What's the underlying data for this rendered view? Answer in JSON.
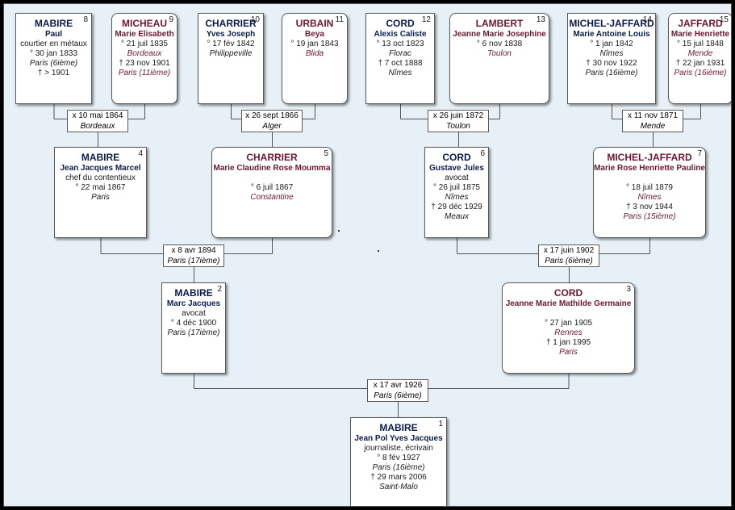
{
  "persons": [
    {
      "num": "8",
      "sex": "m",
      "surname": "MABIRE",
      "given": "Paul",
      "lines": [
        {
          "t": "courtier en métaux"
        },
        {
          "t": "° 30 jan 1833"
        },
        {
          "t": "Paris (6ième)",
          "i": true
        },
        {
          "t": "† > 1901"
        }
      ]
    },
    {
      "num": "9",
      "sex": "f",
      "surname": "MICHEAU",
      "given": "Marie Elisabeth",
      "lines": [
        {
          "t": "° 21 juil 1835"
        },
        {
          "t": "Bordeaux",
          "i": true
        },
        {
          "t": "† 23 nov 1901"
        },
        {
          "t": "Paris (11ième)",
          "i": true
        }
      ]
    },
    {
      "num": "10",
      "sex": "m",
      "surname": "CHARRIER",
      "given": "Yves Joseph",
      "lines": [
        {
          "t": "° 17 fév 1842"
        },
        {
          "t": "Philippeville",
          "i": true
        }
      ]
    },
    {
      "num": "11",
      "sex": "f",
      "surname": "URBAIN",
      "given": "Beya",
      "lines": [
        {
          "t": "° 19 jan 1843"
        },
        {
          "t": "Blida",
          "i": true
        }
      ]
    },
    {
      "num": "12",
      "sex": "m",
      "surname": "CORD",
      "given": "Alexis Caliste",
      "lines": [
        {
          "t": "° 13 oct 1823"
        },
        {
          "t": "Florac",
          "i": true
        },
        {
          "t": "† 7 oct 1888"
        },
        {
          "t": "Nîmes",
          "i": true
        }
      ]
    },
    {
      "num": "13",
      "sex": "f",
      "surname": "LAMBERT",
      "given": "Jeanne Marie Josephine",
      "lines": [
        {
          "t": "° 6 nov 1838"
        },
        {
          "t": "Toulon",
          "i": true
        }
      ]
    },
    {
      "num": "14",
      "sex": "m",
      "surname": "MICHEL-JAFFARD",
      "given": "Marie Antoine Louis",
      "lines": [
        {
          "t": "° 1 jan 1842"
        },
        {
          "t": "Nîmes",
          "i": true
        },
        {
          "t": "† 30 nov 1922"
        },
        {
          "t": "Paris (16ième)",
          "i": true
        }
      ]
    },
    {
      "num": "15",
      "sex": "f",
      "surname": "JAFFARD",
      "given": "Marie Henriette",
      "lines": [
        {
          "t": "° 15 juil 1848"
        },
        {
          "t": "Mende",
          "i": true
        },
        {
          "t": "† 22 jan 1931"
        },
        {
          "t": "Paris (16ième)",
          "i": true
        }
      ]
    },
    {
      "num": "4",
      "sex": "m",
      "surname": "MABIRE",
      "given": "Jean Jacques Marcel",
      "lines": [
        {
          "t": "chef du contentieux"
        },
        {
          "t": "° 22 mai 1867"
        },
        {
          "t": "Paris",
          "i": true
        }
      ]
    },
    {
      "num": "5",
      "sex": "f",
      "surname": "CHARRIER",
      "given": "Marie Claudine Rose Moumma",
      "lines": [
        {
          "t": " "
        },
        {
          "t": "° 6 juil 1867"
        },
        {
          "t": "Constantine",
          "i": true
        }
      ]
    },
    {
      "num": "6",
      "sex": "m",
      "surname": "CORD",
      "given": "Gustave Jules",
      "lines": [
        {
          "t": "avocat"
        },
        {
          "t": "° 26 juil 1875"
        },
        {
          "t": "Nîmes",
          "i": true
        },
        {
          "t": "† 29 déc 1929"
        },
        {
          "t": "Meaux",
          "i": true
        }
      ]
    },
    {
      "num": "7",
      "sex": "f",
      "surname": "MICHEL-JAFFARD",
      "given": "Marie Rose Henriette Pauline",
      "lines": [
        {
          "t": " "
        },
        {
          "t": "° 18 juil 1879"
        },
        {
          "t": "Nîmes",
          "i": true
        },
        {
          "t": "† 3 nov 1944"
        },
        {
          "t": "Paris (15ième)",
          "i": true
        }
      ]
    },
    {
      "num": "2",
      "sex": "m",
      "surname": "MABIRE",
      "given": "Marc Jacques",
      "lines": [
        {
          "t": "avocat"
        },
        {
          "t": "° 4 déc 1900"
        },
        {
          "t": "Paris (17ième)",
          "i": true
        }
      ]
    },
    {
      "num": "3",
      "sex": "f",
      "surname": "CORD",
      "given": "Jeanne Marie Mathilde Germaine",
      "lines": [
        {
          "t": " "
        },
        {
          "t": "° 27 jan 1905"
        },
        {
          "t": "Rennes",
          "i": true
        },
        {
          "t": "† 1 jan 1995"
        },
        {
          "t": "Paris",
          "i": true
        }
      ]
    },
    {
      "num": "1",
      "sex": "m",
      "surname": "MABIRE",
      "given": "Jean Pol Yves Jacques",
      "lines": [
        {
          "t": "journaliste, écrivain"
        },
        {
          "t": "° 8 fév 1927"
        },
        {
          "t": "Paris (16ième)",
          "i": true
        },
        {
          "t": "† 29 mars 2006"
        },
        {
          "t": "Saint-Malo",
          "i": true
        }
      ]
    }
  ],
  "marriages": [
    {
      "id": "m8-9",
      "date": "x 10 mai 1864",
      "place": "Bordeaux"
    },
    {
      "id": "m10-11",
      "date": "x 26 sept 1866",
      "place": "Alger"
    },
    {
      "id": "m12-13",
      "date": "x 26 juin 1872",
      "place": "Toulon"
    },
    {
      "id": "m14-15",
      "date": "x 11 nov 1871",
      "place": "Mende"
    },
    {
      "id": "m4-5",
      "date": "x 8 avr 1894",
      "place": "Paris (17ième)"
    },
    {
      "id": "m6-7",
      "date": "x 17 juin 1902",
      "place": "Paris (6ième)"
    },
    {
      "id": "m2-3",
      "date": "x 17 avr 1926",
      "place": "Paris (6ième)"
    }
  ]
}
